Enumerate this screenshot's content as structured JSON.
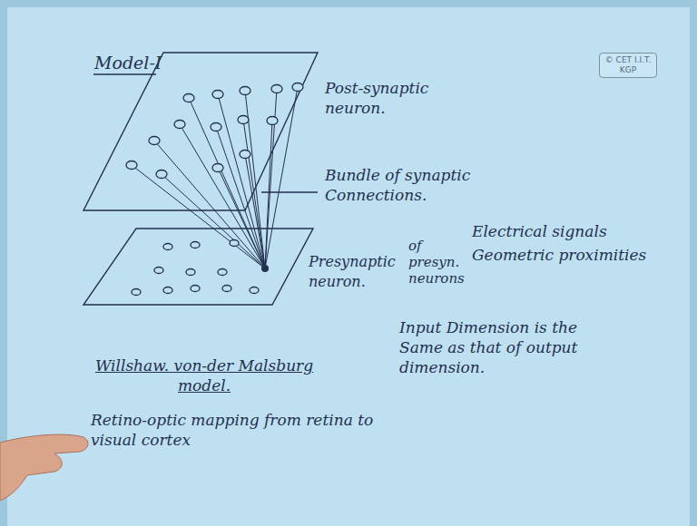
{
  "diagram": {
    "title": "Model-I",
    "nodes": [
      {
        "text": [
          "© CET I.I.T. KGP"
        ]
      }
    ],
    "labels": [
      "Post-synaptic neuron.",
      "Bundle of synaptic Connections.",
      "Electrical signals",
      "of presyn. neurons",
      "Geometric proximities",
      "Presynaptic neuron.",
      "Input Dimension is the Same as that of output dimension.",
      "Willshaw. von-der Malsburg model.",
      "Retino-optic mapping from retina to visual cortex"
    ]
  }
}
